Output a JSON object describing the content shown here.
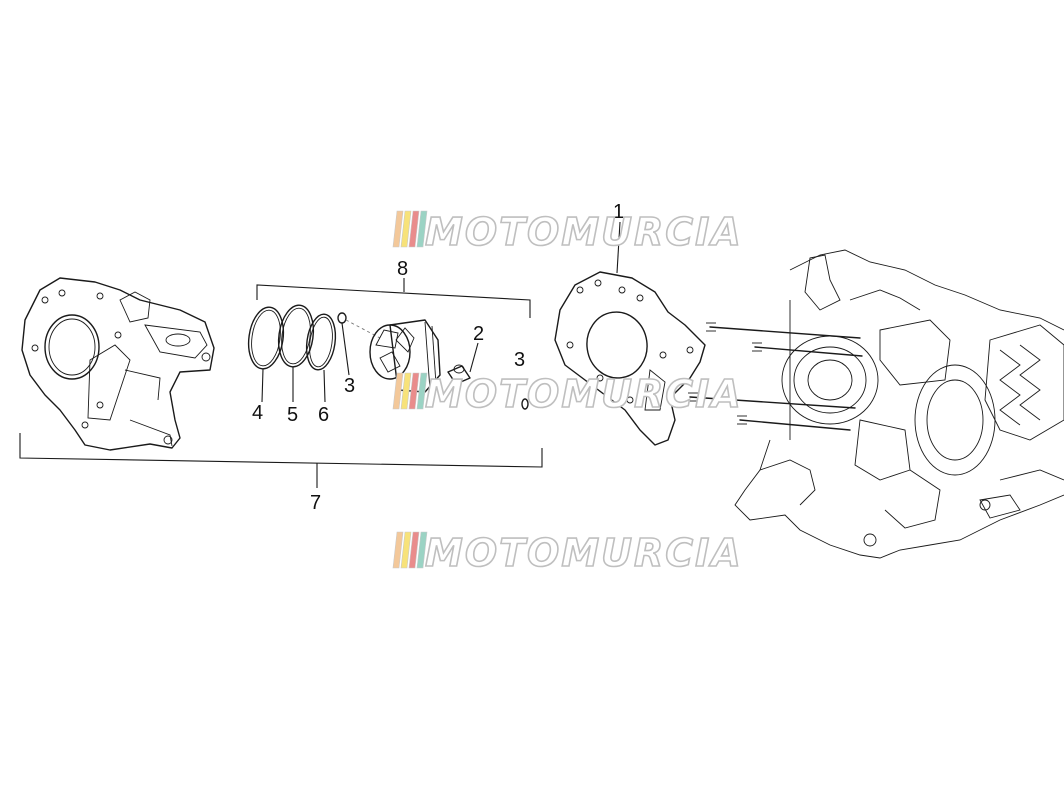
{
  "diagram": {
    "callouts": [
      {
        "id": "1",
        "text": "1"
      },
      {
        "id": "2",
        "text": "2"
      },
      {
        "id": "3a",
        "text": "3"
      },
      {
        "id": "3b",
        "text": "3"
      },
      {
        "id": "4",
        "text": "4"
      },
      {
        "id": "5",
        "text": "5"
      },
      {
        "id": "6",
        "text": "6"
      },
      {
        "id": "7",
        "text": "7"
      },
      {
        "id": "8",
        "text": "8"
      }
    ]
  },
  "watermark": {
    "text": "MOTOMURCIA",
    "stripe_colors": [
      "#f3c89a",
      "#f7e27a",
      "#e98c8c",
      "#9bd3c4"
    ]
  }
}
